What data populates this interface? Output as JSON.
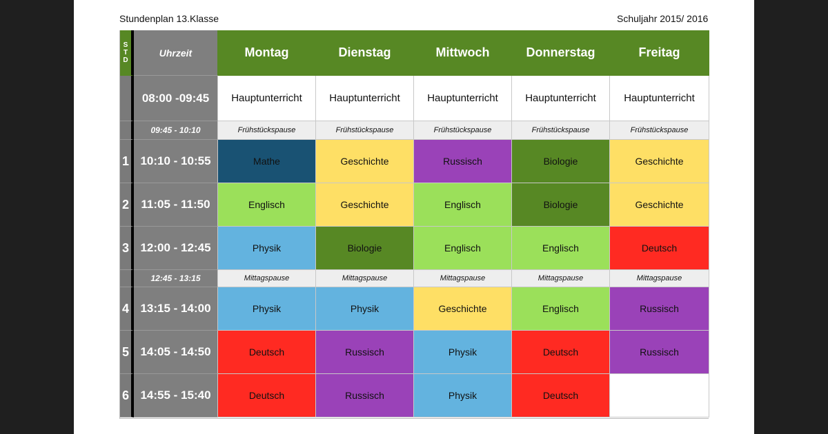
{
  "header": {
    "title": "Stundenplan 13.Klasse",
    "year": "Schuljahr 2015/ 2016"
  },
  "columns": {
    "std": [
      "S",
      "T",
      "D"
    ],
    "time": "Uhrzeit",
    "days": [
      "Montag",
      "Dienstag",
      "Mittwoch",
      "Donnerstag",
      "Freitag"
    ]
  },
  "rows": [
    {
      "std": "",
      "time": "08:00 -09:45",
      "type": "main",
      "cells": [
        "Hauptunterricht",
        "Hauptunterricht",
        "Hauptunterricht",
        "Hauptunterricht",
        "Hauptunterricht"
      ]
    },
    {
      "std": "",
      "time": "09:45 - 10:10",
      "type": "pause",
      "cells": [
        "Frühstückspause",
        "Frühstückspause",
        "Frühstückspause",
        "Frühstückspause",
        "Frühstückspause"
      ]
    },
    {
      "std": "1",
      "time": "10:10 - 10:55",
      "type": "lesson",
      "cells": [
        "Mathe",
        "Geschichte",
        "Russisch",
        "Biologie",
        "Geschichte"
      ]
    },
    {
      "std": "2",
      "time": "11:05 - 11:50",
      "type": "lesson",
      "cells": [
        "Englisch",
        "Geschichte",
        "Englisch",
        "Biologie",
        "Geschichte"
      ]
    },
    {
      "std": "3",
      "time": "12:00 - 12:45",
      "type": "lesson",
      "cells": [
        "Physik",
        "Biologie",
        "Englisch",
        "Englisch",
        "Deutsch"
      ]
    },
    {
      "std": "",
      "time": "12:45 - 13:15",
      "type": "pause",
      "cells": [
        "Mittagspause",
        "Mittagspause",
        "Mittagspause",
        "Mittagspause",
        "Mittagspause"
      ]
    },
    {
      "std": "4",
      "time": "13:15 - 14:00",
      "type": "lesson",
      "cells": [
        "Physik",
        "Physik",
        "Geschichte",
        "Englisch",
        "Russisch"
      ]
    },
    {
      "std": "5",
      "time": "14:05 - 14:50",
      "type": "lesson",
      "cells": [
        "Deutsch",
        "Russisch",
        "Physik",
        "Deutsch",
        "Russisch"
      ]
    },
    {
      "std": "6",
      "time": "14:55 - 15:40",
      "type": "lesson",
      "cells": [
        "Deutsch",
        "Russisch",
        "Physik",
        "Deutsch",
        ""
      ]
    }
  ],
  "subject_colors": {
    "Mathe": "#195273",
    "Geschichte": "#fedf65",
    "Russisch": "#9a42b8",
    "Biologie": "#578824",
    "Englisch": "#9be05a",
    "Physik": "#63b3df",
    "Deutsch": "#ff2a22"
  }
}
